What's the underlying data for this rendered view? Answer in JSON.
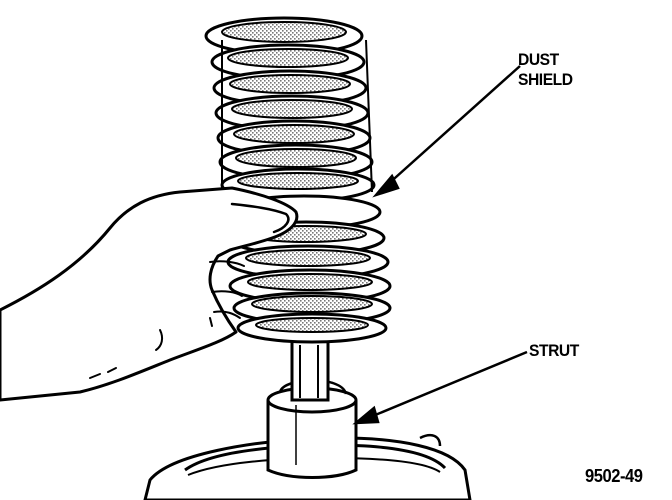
{
  "labels": {
    "dust_shield_line1": "DUST",
    "dust_shield_line2": "SHIELD",
    "strut": "STRUT",
    "figure_number": "9502-49"
  },
  "colors": {
    "ink": "#000000",
    "paper": "#ffffff",
    "shade": "#9a9a9a"
  }
}
